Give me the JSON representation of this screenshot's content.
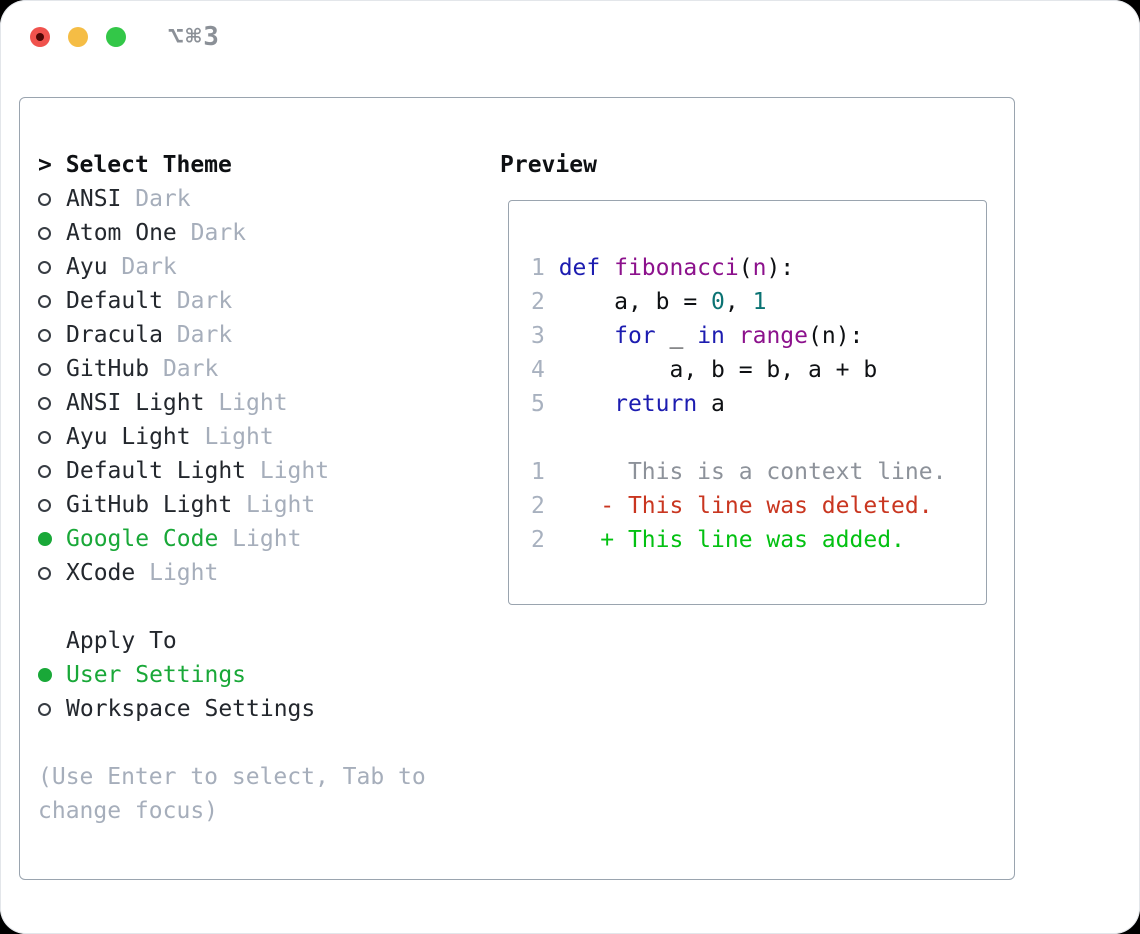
{
  "window": {
    "title": "⌥⌘3"
  },
  "traffic_lights": [
    {
      "name": "close-button",
      "color": "#f0524d",
      "inner_dot": "#4d0705"
    },
    {
      "name": "minimize-button",
      "color": "#f5bd45"
    },
    {
      "name": "zoom-button",
      "color": "#33c748"
    }
  ],
  "theme_panel": {
    "header_prefix": "> ",
    "header": "Select Theme",
    "themes": [
      {
        "name": "ANSI",
        "variant": "Dark",
        "selected": false
      },
      {
        "name": "Atom One",
        "variant": "Dark",
        "selected": false
      },
      {
        "name": "Ayu",
        "variant": "Dark",
        "selected": false
      },
      {
        "name": "Default",
        "variant": "Dark",
        "selected": false
      },
      {
        "name": "Dracula",
        "variant": "Dark",
        "selected": false
      },
      {
        "name": "GitHub",
        "variant": "Dark",
        "selected": false
      },
      {
        "name": "ANSI Light",
        "variant": "Light",
        "selected": false
      },
      {
        "name": "Ayu Light",
        "variant": "Light",
        "selected": false
      },
      {
        "name": "Default Light",
        "variant": "Light",
        "selected": false
      },
      {
        "name": "GitHub Light",
        "variant": "Light",
        "selected": false
      },
      {
        "name": "Google Code",
        "variant": "Light",
        "selected": true
      },
      {
        "name": "XCode",
        "variant": "Light",
        "selected": false
      }
    ],
    "apply_to": {
      "header": "Apply To",
      "options": [
        {
          "label": "User Settings",
          "selected": true
        },
        {
          "label": "Workspace Settings",
          "selected": false
        }
      ]
    },
    "hint_lines": [
      "(Use Enter to select, Tab to",
      "change focus)"
    ]
  },
  "preview_panel": {
    "header": "Preview",
    "code_lines": [
      {
        "segments": [
          [
            "ln",
            "1 "
          ],
          [
            "kw",
            "def "
          ],
          [
            "fn",
            "fibonacci"
          ],
          [
            "pl",
            "("
          ],
          [
            "fn",
            "n"
          ],
          [
            "pl",
            "):"
          ]
        ]
      },
      {
        "segments": [
          [
            "ln",
            "2 "
          ],
          [
            "pl",
            "    a, b = "
          ],
          [
            "lit",
            "0"
          ],
          [
            "pl",
            ", "
          ],
          [
            "lit",
            "1"
          ]
        ]
      },
      {
        "segments": [
          [
            "ln",
            "3 "
          ],
          [
            "pl",
            "    "
          ],
          [
            "kw",
            "for"
          ],
          [
            "pl",
            " _ "
          ],
          [
            "kw",
            "in"
          ],
          [
            "pl",
            " "
          ],
          [
            "fn",
            "range"
          ],
          [
            "pl",
            "(n):"
          ]
        ]
      },
      {
        "segments": [
          [
            "ln",
            "4 "
          ],
          [
            "pl",
            "        a, b = b, a + b"
          ]
        ]
      },
      {
        "segments": [
          [
            "ln",
            "5 "
          ],
          [
            "pl",
            "    "
          ],
          [
            "kw",
            "return"
          ],
          [
            "pl",
            " a"
          ]
        ]
      },
      {
        "segments": []
      },
      {
        "segments": [
          [
            "ln",
            "1 "
          ],
          [
            "ctx",
            "     This is a context line."
          ]
        ]
      },
      {
        "segments": [
          [
            "ln",
            "2 "
          ],
          [
            "del",
            "   - This line was deleted."
          ]
        ]
      },
      {
        "segments": [
          [
            "ln",
            "2 "
          ],
          [
            "add",
            "   + This line was added."
          ]
        ]
      }
    ]
  },
  "colors": {
    "ink": "#0e1013",
    "name": "#23272d",
    "muted": "#a6aebb",
    "ln": "#a8b1bf",
    "ctx": "#8d929a",
    "kw": "#1c1cb0",
    "fn": "#8c118c",
    "lit": "#0b7373",
    "green": "#19a838",
    "add": "#03c112",
    "del": "#c93620",
    "border": "#9aa4af",
    "title": "#8b9097"
  }
}
